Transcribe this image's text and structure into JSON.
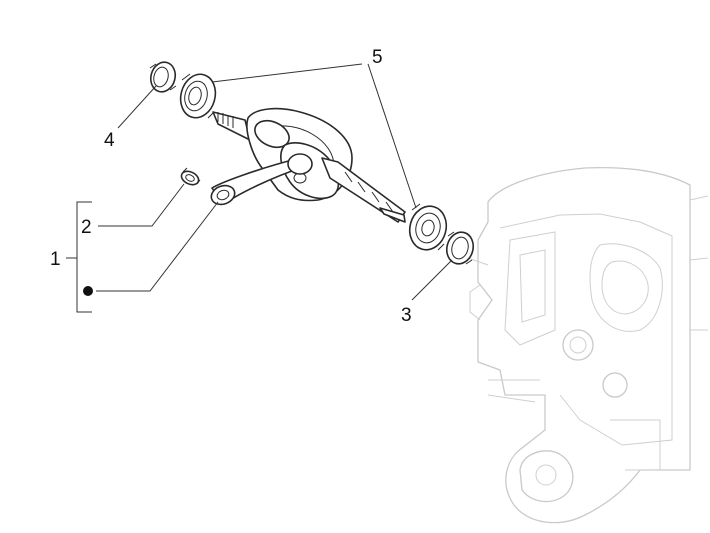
{
  "callouts": [
    {
      "label": "5"
    },
    {
      "label": "4"
    },
    {
      "label": "2"
    },
    {
      "label": "1"
    },
    {
      "label": "3"
    }
  ],
  "assembly_marker": "bullet-dot"
}
